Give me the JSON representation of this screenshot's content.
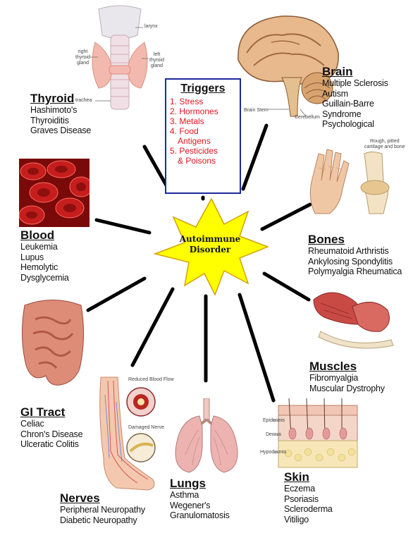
{
  "triggers": {
    "title": "Triggers",
    "items": [
      "1. Stress",
      "2. Hormones",
      "3. Metals",
      "4. Food",
      "Antigens",
      "5. Pesticides",
      "& Poisons"
    ]
  },
  "center": {
    "line1": "Autoimmune",
    "line2": "Disorder"
  },
  "thyroid": {
    "title": "Thyroid",
    "items": [
      "Hashimoto's",
      "Thyroiditis",
      "Graves Disease"
    ],
    "labels": {
      "larynx": "larynx",
      "right1": "right",
      "right2": "thyroid",
      "right3": "gland",
      "left1": "left",
      "left2": "thyroid",
      "left3": "gland",
      "trachea": "trachea"
    }
  },
  "brain": {
    "title": "Brain",
    "items": [
      "Multiple Sclerosis",
      "Autism",
      "Guillain-Barre",
      "Syndrome",
      "Psychological"
    ],
    "labels": {
      "brainstem": "Brain Stem",
      "cerebellum": "Cerebellum"
    }
  },
  "blood": {
    "title": "Blood",
    "items": [
      "Leukemia",
      "Lupus",
      "Hemolytic",
      "Dysglycemia"
    ]
  },
  "bones": {
    "title": "Bones",
    "items": [
      "Rheumatoid Arthristis",
      "Ankylosing Spondylitis",
      "Polymyalgia Rheumatica"
    ],
    "labels": {
      "cartilage1": "Rough, pitted",
      "cartilage2": "cartilage and bone"
    }
  },
  "gi": {
    "title": "GI Tract",
    "items": [
      "Celiac",
      "Chron's Disease",
      "Ulceratic Colitis"
    ]
  },
  "muscles": {
    "title": "Muscles",
    "items": [
      "Fibromyalgia",
      "Muscular Dystrophy"
    ]
  },
  "nerves": {
    "title": "Nerves",
    "items": [
      "Peripheral Neuropathy",
      "Diabetic Neuropathy"
    ],
    "labels": {
      "flow": "Reduced Blood Flow",
      "damaged": "Damaged Nerve"
    }
  },
  "lungs": {
    "title": "Lungs",
    "items": [
      "Asthma",
      "Wegener's",
      "Granulomatosis"
    ]
  },
  "skin": {
    "title": "Skin",
    "items": [
      "Eczema",
      "Psoriasis",
      "Scleroderma",
      "Vitiligo"
    ],
    "labels": {
      "epidermis": "Epidermis",
      "dermis": "Dermis",
      "hypodermis": "Hypodermis"
    }
  },
  "colors": {
    "star_fill": "#ffff00",
    "trigger_text": "#e0141e",
    "trigger_border": "#1c2a9c",
    "spoke": "#000000"
  }
}
